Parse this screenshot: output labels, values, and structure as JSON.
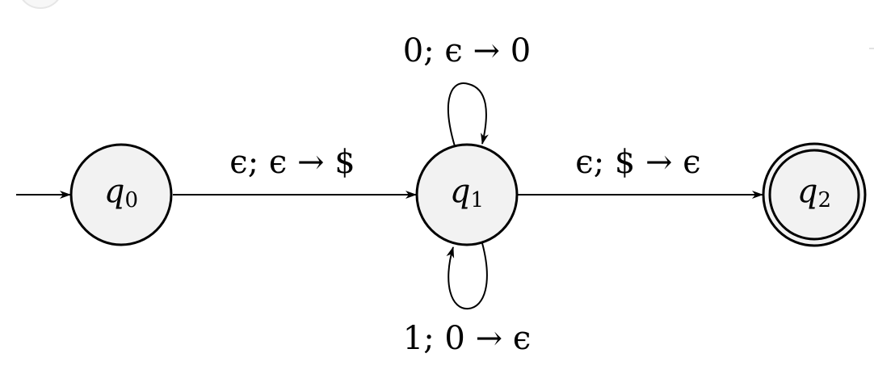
{
  "diagram": {
    "colors": {
      "state_fill": "#f2f2f2",
      "stroke": "#000000",
      "background": "#ffffff"
    },
    "states": [
      {
        "id": "q0",
        "base": "q",
        "sub": "0",
        "start": true,
        "accept": false
      },
      {
        "id": "q1",
        "base": "q",
        "sub": "1",
        "start": false,
        "accept": false
      },
      {
        "id": "q2",
        "base": "q",
        "sub": "2",
        "start": false,
        "accept": true
      }
    ],
    "transitions": [
      {
        "from": "q0",
        "to": "q1",
        "label": "ϵ; ϵ → $"
      },
      {
        "from": "q1",
        "to": "q1",
        "label": "0; ϵ → 0"
      },
      {
        "from": "q1",
        "to": "q1",
        "label": "1; 0 → ϵ"
      },
      {
        "from": "q1",
        "to": "q2",
        "label": "ϵ; $ → ϵ"
      }
    ]
  }
}
